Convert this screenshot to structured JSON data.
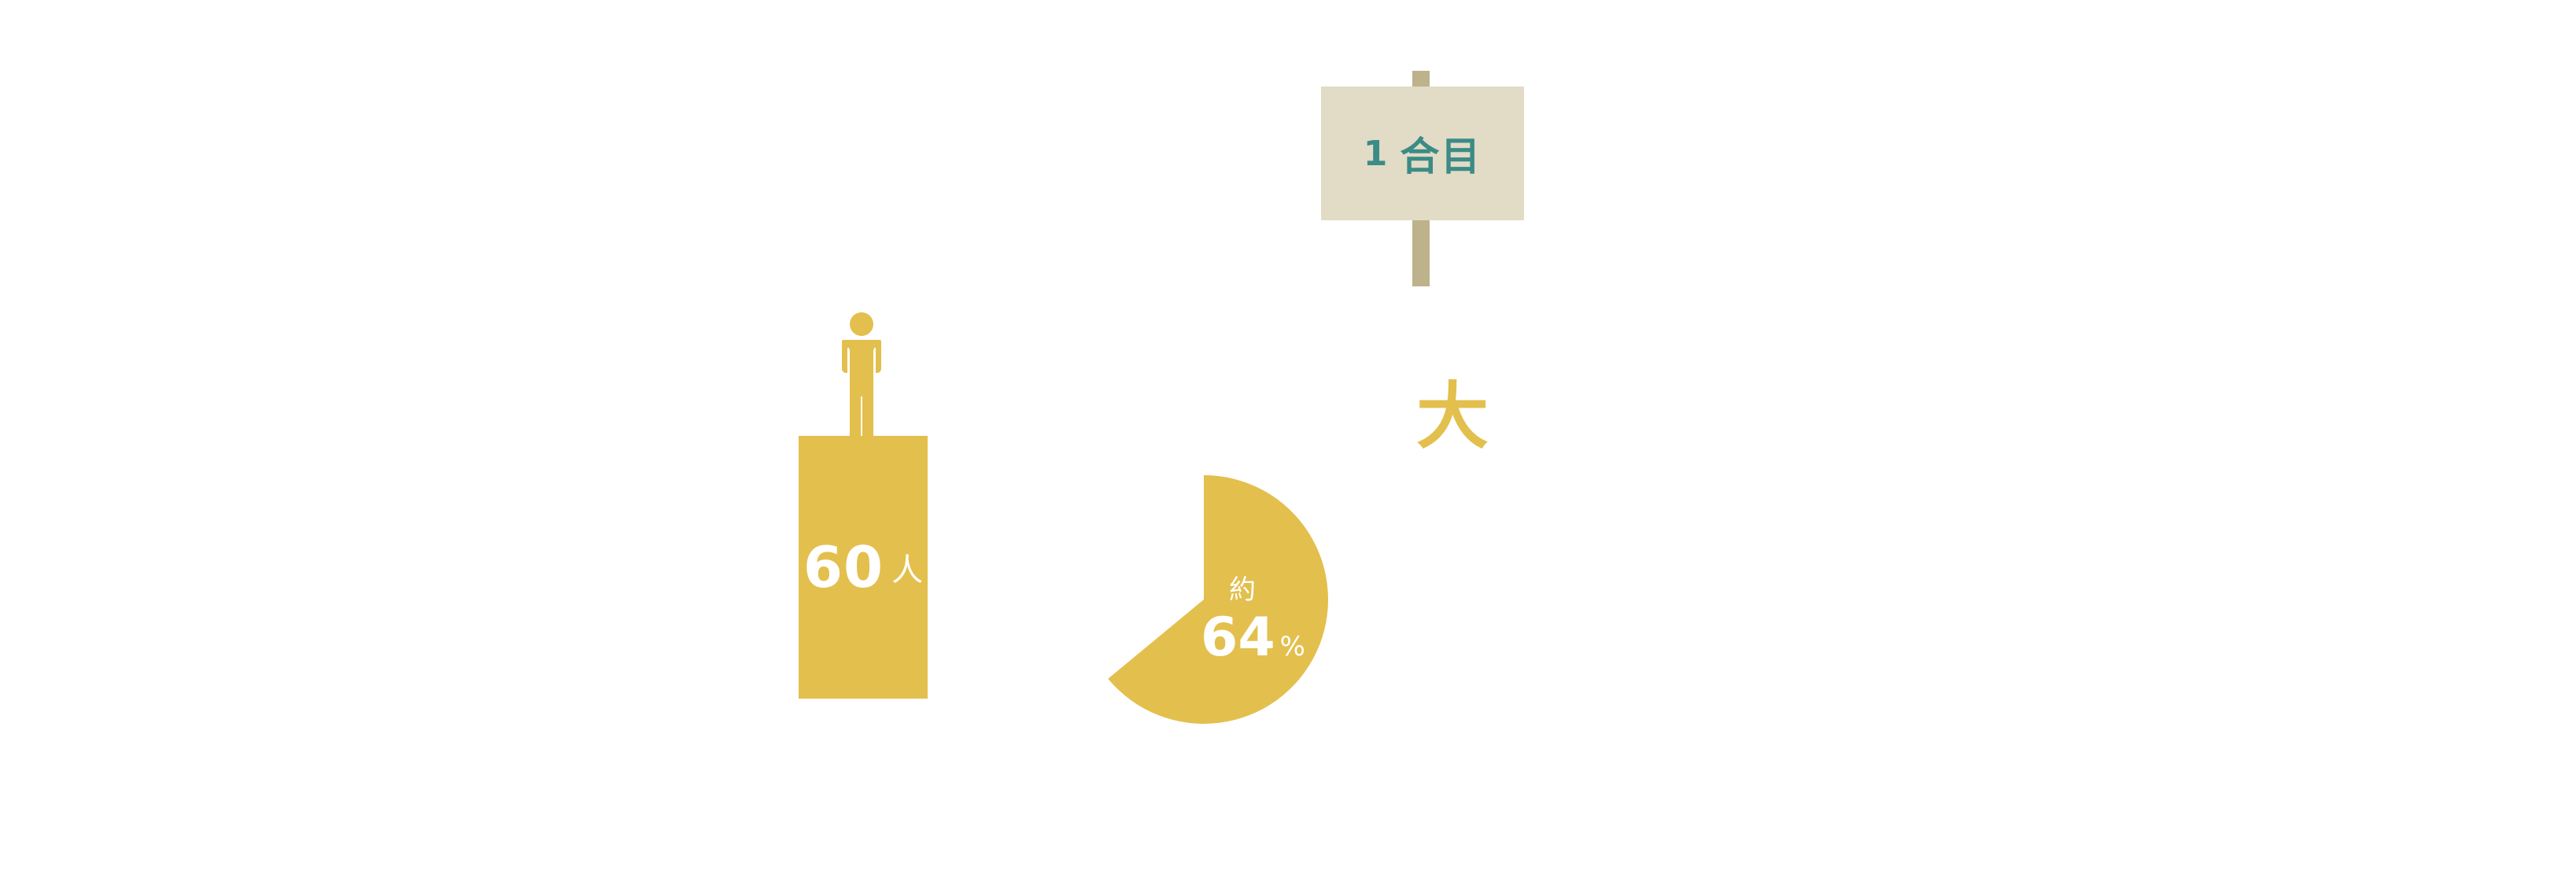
{
  "signpost": {
    "number": "1",
    "label": "合目"
  },
  "big_char": {
    "text": "大"
  },
  "person_block": {
    "value": "60",
    "unit": "人"
  },
  "pie": {
    "prefix": "約",
    "value": "64",
    "unit": "%",
    "fraction": 0.64
  },
  "colors": {
    "accent_yellow": "#e3bf4d",
    "sign_board": "#e2dbc5",
    "sign_pole": "#bdb28c",
    "sign_text": "#3b8b87",
    "background": "#ffffff"
  },
  "icons": [
    "person-icon",
    "pie-segment"
  ]
}
